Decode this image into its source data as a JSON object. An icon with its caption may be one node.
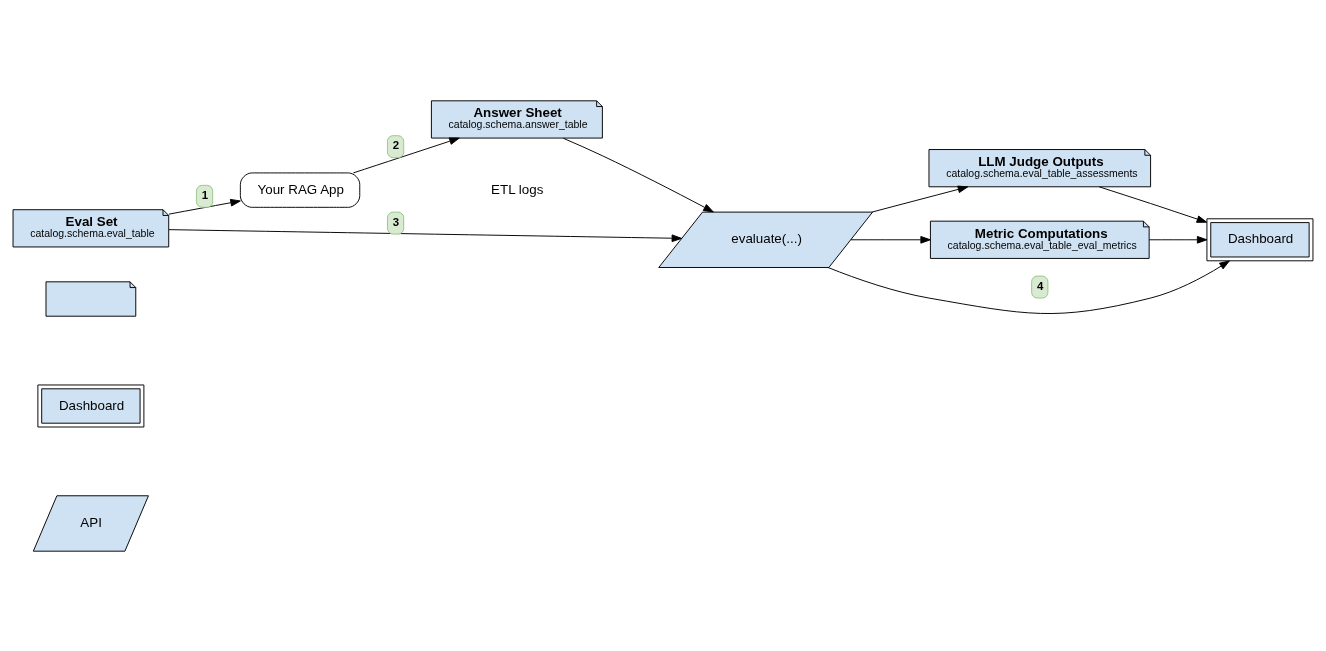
{
  "diagram": {
    "nodes": [
      {
        "text": [],
        "shape": "document"
      },
      {
        "text": [
          "Dashboard"
        ]
      },
      {
        "text": [
          "API"
        ]
      },
      {
        "text": [
          "Eval Set",
          "catalog.schema.eval_table"
        ]
      },
      {
        "text": [
          "Answer Sheet",
          "catalog.schema.answer_table"
        ]
      },
      {
        "text": [
          "Your RAG App"
        ]
      },
      {
        "text": [
          "evaluate(...)"
        ]
      },
      {
        "text": [
          "LLM Judge Outputs",
          "catalog.schema.eval_table_assessments"
        ]
      },
      {
        "text": [
          "Metric Computations",
          "catalog.schema.eval_table_eval_metrics"
        ]
      },
      {
        "text": [
          "Dashboard"
        ]
      }
    ],
    "edges": [
      {
        "from": 3,
        "to": 5,
        "arrow": "to",
        "label": "1"
      },
      {
        "from": 5,
        "to": 4,
        "arrow": "to",
        "label": "2"
      },
      {
        "from": 3,
        "to": 6,
        "arrow": "to",
        "label": "3"
      },
      {
        "from": 4,
        "to": 6,
        "arrow": "to"
      },
      {
        "from": 6,
        "to": 7,
        "arrow": "to"
      },
      {
        "from": 6,
        "to": 8,
        "arrow": "to"
      },
      {
        "from": 6,
        "to": 9,
        "arrow": "to",
        "label": "4"
      },
      {
        "from": 7,
        "to": 9,
        "arrow": "to"
      },
      {
        "from": 8,
        "to": 9,
        "arrow": "to"
      }
    ],
    "labels": [
      "ETL logs"
    ]
  }
}
